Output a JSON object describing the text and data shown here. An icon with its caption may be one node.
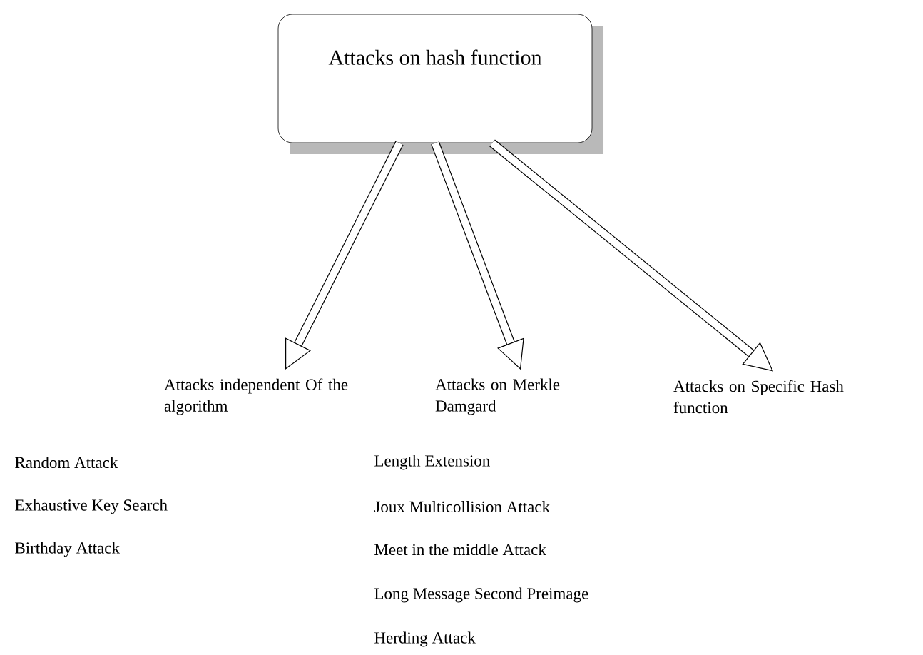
{
  "diagram": {
    "nodes": [
      {
        "text": [
          "Attacks on hash function"
        ]
      },
      {
        "text": [
          "Attacks independent Of the algorithm"
        ]
      },
      {
        "text": [
          "Attacks on Merkle Damgard"
        ]
      },
      {
        "text": [
          "Attacks on Specific Hash function"
        ]
      }
    ],
    "edges": [
      {
        "from": 0,
        "to": 1,
        "arrow": "to"
      },
      {
        "from": 0,
        "to": 2,
        "arrow": "to"
      },
      {
        "from": 0,
        "to": 3,
        "arrow": "to"
      }
    ],
    "labels": [
      "Random Attack",
      "Length Extension",
      "Exhaustive Key Search",
      "Joux Multicollision Attack",
      "Birthday Attack",
      "Meet in the middle Attack",
      "Long Message Second Preimage",
      "Herding Attack"
    ]
  }
}
